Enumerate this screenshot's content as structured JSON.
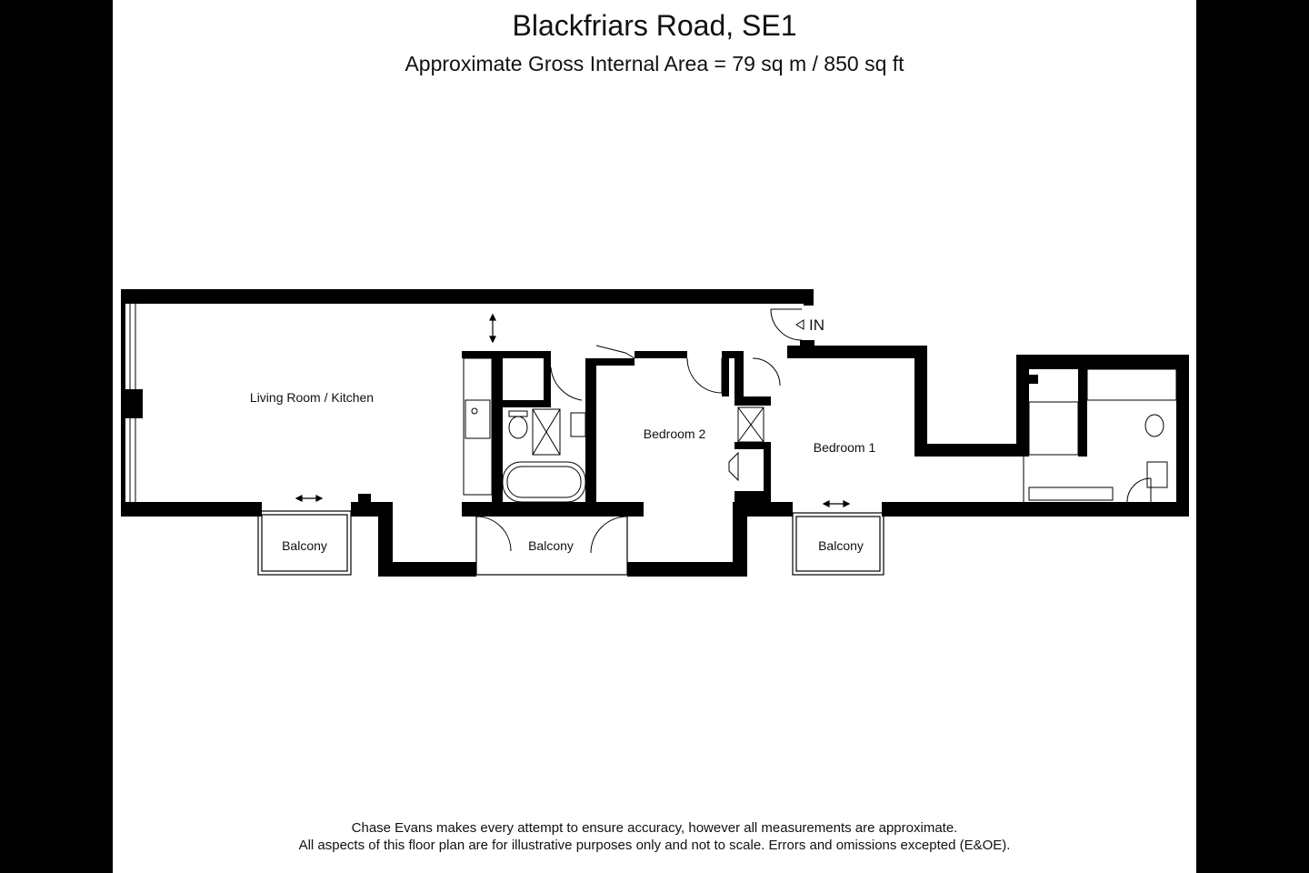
{
  "header": {
    "title": "Blackfriars Road, SE1",
    "subtitle": "Approximate Gross Internal Area = 79 sq m / 850 sq ft"
  },
  "rooms": {
    "living": "Living Room / Kitchen",
    "bedroom2": "Bedroom 2",
    "bedroom1": "Bedroom 1",
    "balcony1": "Balcony",
    "balcony2": "Balcony",
    "balcony3": "Balcony"
  },
  "entrance": "IN",
  "footer": {
    "line1": "Chase Evans makes every attempt to ensure accuracy, however all measurements are approximate.",
    "line2": "All aspects of this floor plan are for illustrative purposes only and not to scale. Errors and omissions excepted (E&OE)."
  },
  "colors": {
    "wall": "#000000",
    "paper": "#ffffff",
    "matte": "#000000"
  }
}
